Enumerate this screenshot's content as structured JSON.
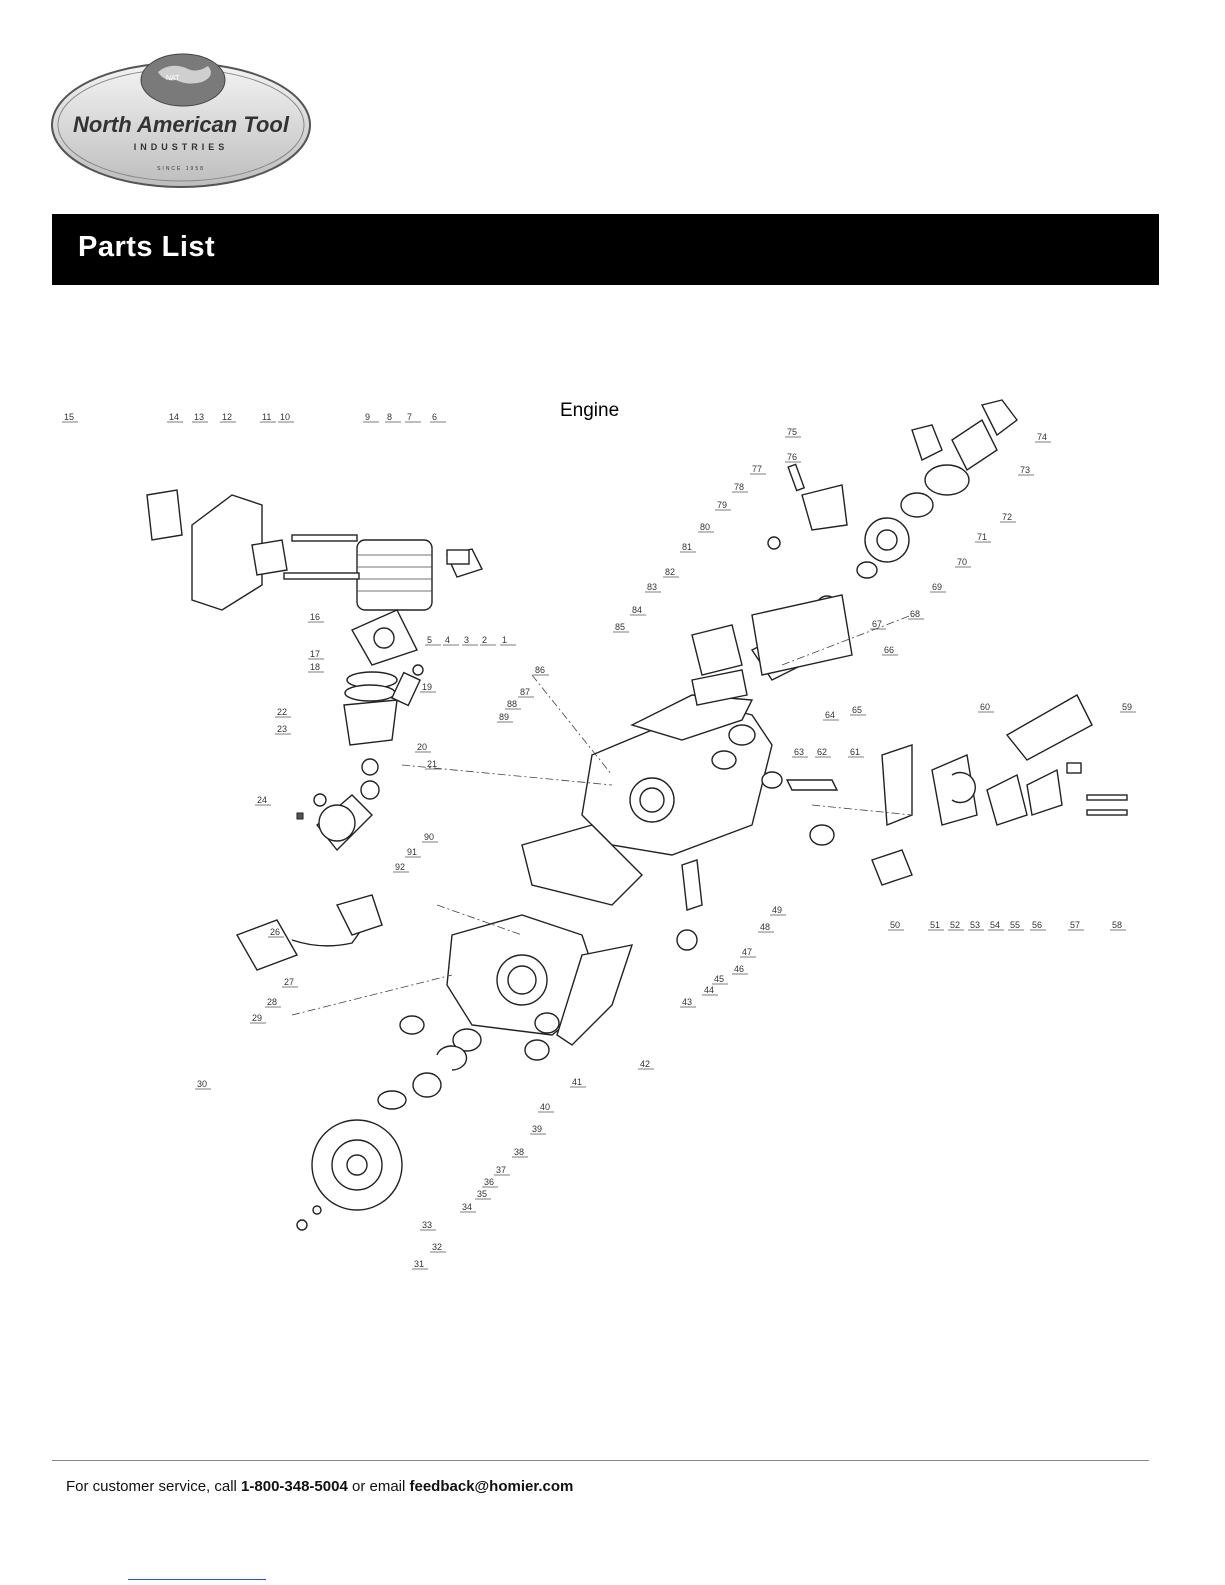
{
  "logo": {
    "company_name": "North American Tool",
    "subline": "INDUSTRIES",
    "since": "SINCE 1958",
    "badge": "NAT"
  },
  "banner": {
    "title": "Parts List"
  },
  "section": {
    "title": "Engine"
  },
  "footer": {
    "prefix": "For customer service, call ",
    "phone": "1-800-348-5004",
    "middle": " or email ",
    "email": "feedback@homier.com"
  },
  "part_labels": [
    "1",
    "2",
    "3",
    "4",
    "5",
    "6",
    "7",
    "8",
    "9",
    "10",
    "11",
    "12",
    "13",
    "14",
    "15",
    "16",
    "17",
    "18",
    "19",
    "20",
    "21",
    "22",
    "23",
    "24",
    "26",
    "27",
    "28",
    "29",
    "30",
    "31",
    "32",
    "33",
    "34",
    "35",
    "36",
    "37",
    "38",
    "39",
    "40",
    "41",
    "42",
    "43",
    "44",
    "45",
    "46",
    "47",
    "48",
    "49",
    "50",
    "51",
    "52",
    "53",
    "54",
    "55",
    "56",
    "57",
    "58",
    "59",
    "60",
    "61",
    "62",
    "63",
    "64",
    "65",
    "66",
    "67",
    "68",
    "69",
    "70",
    "71",
    "72",
    "73",
    "74",
    "75",
    "76",
    "77",
    "78",
    "79",
    "80",
    "81",
    "82",
    "83",
    "84",
    "85",
    "86",
    "87",
    "88",
    "89",
    "90",
    "91",
    "92"
  ]
}
